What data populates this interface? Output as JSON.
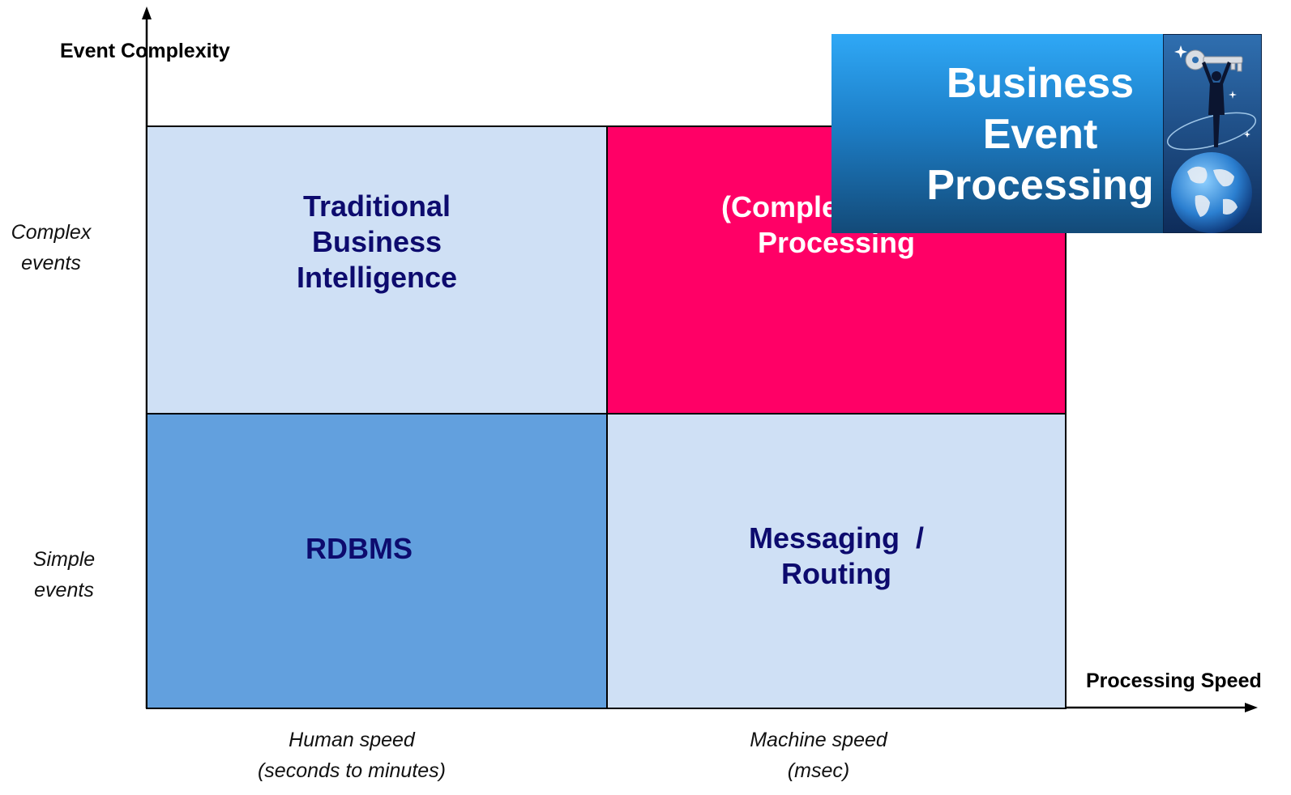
{
  "axes": {
    "y_title": "Event Complexity",
    "x_title": "Processing Speed"
  },
  "row_labels": {
    "complex": [
      "Complex",
      "events"
    ],
    "simple": [
      "Simple",
      "events"
    ]
  },
  "column_labels": {
    "human": [
      "Human speed",
      "(seconds to minutes)"
    ],
    "machine": [
      "Machine speed",
      "(msec)"
    ]
  },
  "quadrants": {
    "top_left": {
      "lines": [
        "Traditional",
        "Business",
        "Intelligence"
      ],
      "fill": "#cfe0f5"
    },
    "top_right": {
      "lines": [
        "(Complex) Event",
        "Processing"
      ],
      "fill": "#ff0066"
    },
    "bottom_left": {
      "lines": [
        "RDBMS"
      ],
      "fill": "#62a0de"
    },
    "bottom_right": {
      "lines": [
        "Messaging  /",
        "Routing"
      ],
      "fill": "#cfe0f5"
    }
  },
  "overlay": {
    "lines": [
      "Business",
      "Event",
      "Processing"
    ]
  },
  "colors": {
    "cell_text": "#0d0b6e",
    "pink_text": "#ffffff",
    "overlay_text": "#ffffff"
  }
}
